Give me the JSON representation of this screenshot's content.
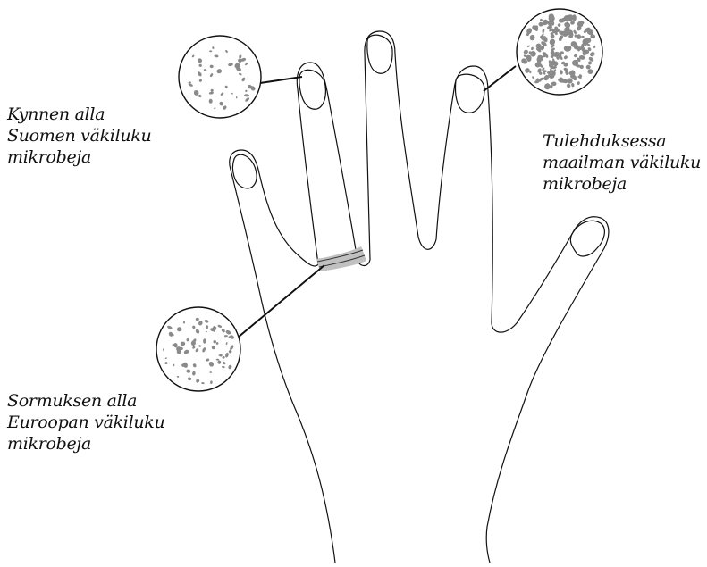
{
  "labels": {
    "nail": [
      "Kynnen alla",
      "Suomen väkiluku",
      "mikrobeja"
    ],
    "infection": [
      "Tulehduksessa",
      "maailman väkiluku",
      "mikrobeja"
    ],
    "ring": [
      "Sormuksen alla",
      "Euroopan väkiluku",
      "mikrobeja"
    ]
  },
  "colors": {
    "outline": "#111111",
    "microbe": "#8a8a8a",
    "ring_band": "#bdbdbd"
  },
  "microbe_density": {
    "nail": "sparse",
    "ring": "medium",
    "infection": "dense"
  }
}
